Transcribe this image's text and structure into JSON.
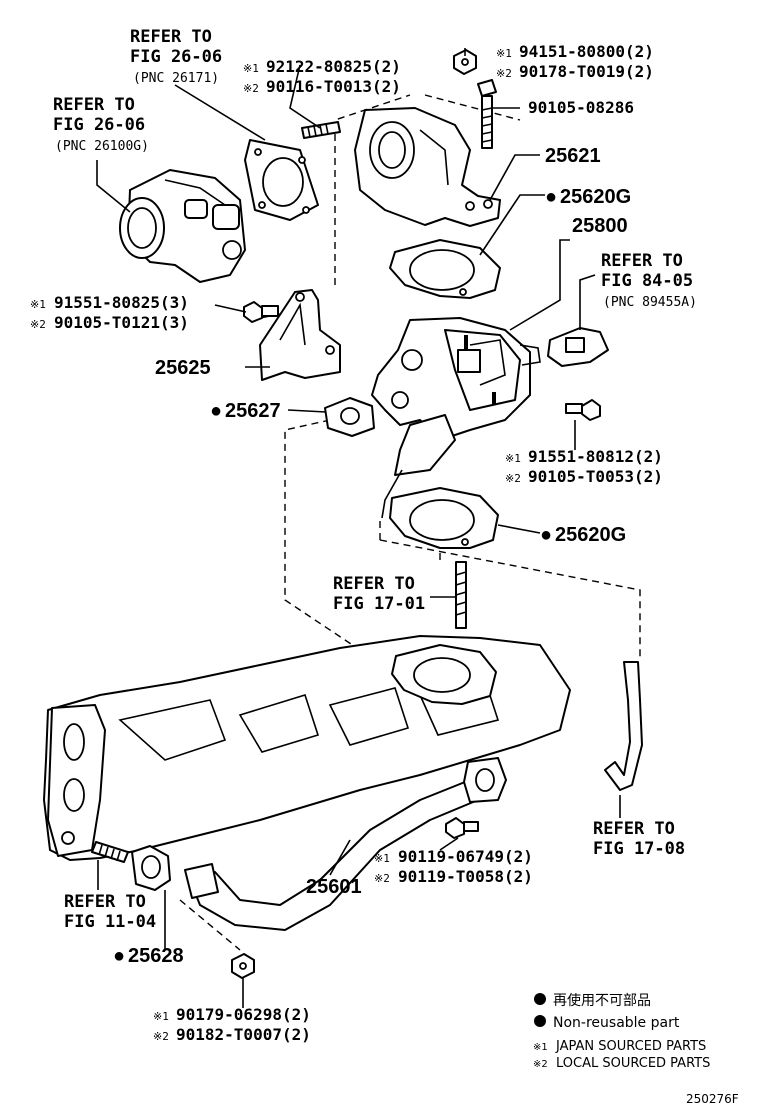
{
  "legend": {
    "nonreusable_jp": "再使用不可部品",
    "nonreusable_en": "Non-reusable part",
    "japan_sourced": "JAPAN SOURCED PARTS",
    "local_sourced": "LOCAL SOURCED PARTS"
  },
  "figure_id": "250276F",
  "marks": {
    "mark1": "※1",
    "mark2": "※2",
    "dot": "●"
  },
  "refs": {
    "fig2606a": {
      "line1": "REFER TO",
      "line2": "FIG 26-06",
      "line3": "(PNC 26171)"
    },
    "fig2606b": {
      "line1": "REFER TO",
      "line2": "FIG 26-06",
      "line3": "(PNC 26100G)"
    },
    "fig8405": {
      "line1": "REFER TO",
      "line2": "FIG 84-05",
      "line3": "(PNC 89455A)"
    },
    "fig1701": {
      "line1": "REFER TO",
      "line2": "FIG 17-01"
    },
    "fig1708": {
      "line1": "REFER TO",
      "line2": "FIG 17-08"
    },
    "fig1104": {
      "line1": "REFER TO",
      "line2": "FIG 11-04"
    }
  },
  "parts": {
    "p92122": {
      "jp": "92122-80825(2)",
      "local": "90116-T0013(2)"
    },
    "p94151": {
      "jp": "94151-80800(2)",
      "local": "90178-T0019(2)"
    },
    "p90105": "90105-08286",
    "p25621": "25621",
    "p25620G_top": "25620G",
    "p25800": "25800",
    "p91551a": {
      "jp": "91551-80825(3)",
      "local": "90105-T0121(3)"
    },
    "p25625": "25625",
    "p25627": "25627",
    "p91551b": {
      "jp": "91551-80812(2)",
      "local": "90105-T0053(2)"
    },
    "p25620G_bot": "25620G",
    "p90119": {
      "jp": "90119-06749(2)",
      "local": "90119-T0058(2)"
    },
    "p25601": "25601",
    "p25628": "25628",
    "p90179": {
      "jp": "90179-06298(2)",
      "local": "90182-T0007(2)"
    }
  }
}
